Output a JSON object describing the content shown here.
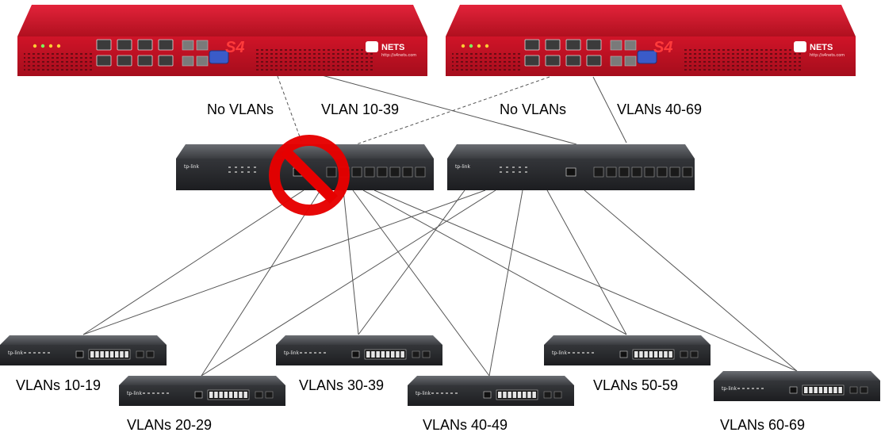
{
  "firewalls": [
    {
      "id": "fw-left",
      "model": "S4",
      "brand": "NETS",
      "url": "http://s4nets.com"
    },
    {
      "id": "fw-right",
      "model": "S4",
      "brand": "NETS",
      "url": "http://s4nets.com"
    }
  ],
  "core_switches": [
    {
      "id": "core-left",
      "brand": "tp-link",
      "status": "blocked"
    },
    {
      "id": "core-right",
      "brand": "tp-link",
      "status": "active"
    }
  ],
  "uplink_labels": [
    "No VLANs",
    "VLAN 10-39",
    "No VLANs",
    "VLANs 40-69"
  ],
  "access_switches": [
    {
      "id": "sw-10-19",
      "brand": "tp-link",
      "label": "VLANs 10-19"
    },
    {
      "id": "sw-20-29",
      "brand": "tp-link",
      "label": "VLANs 20-29"
    },
    {
      "id": "sw-30-39",
      "brand": "tp-link",
      "label": "VLANs 30-39"
    },
    {
      "id": "sw-40-49",
      "brand": "tp-link",
      "label": "VLANs 40-49"
    },
    {
      "id": "sw-50-59",
      "brand": "tp-link",
      "label": "VLANs 50-59"
    },
    {
      "id": "sw-60-69",
      "brand": "tp-link",
      "label": "VLANs 60-69"
    }
  ],
  "colors": {
    "firewall": "#c8102e",
    "switch": "#2d2f33",
    "prohibit": "#e60000",
    "link": "#555555"
  },
  "icons": {
    "blocked": "prohibit-icon"
  }
}
